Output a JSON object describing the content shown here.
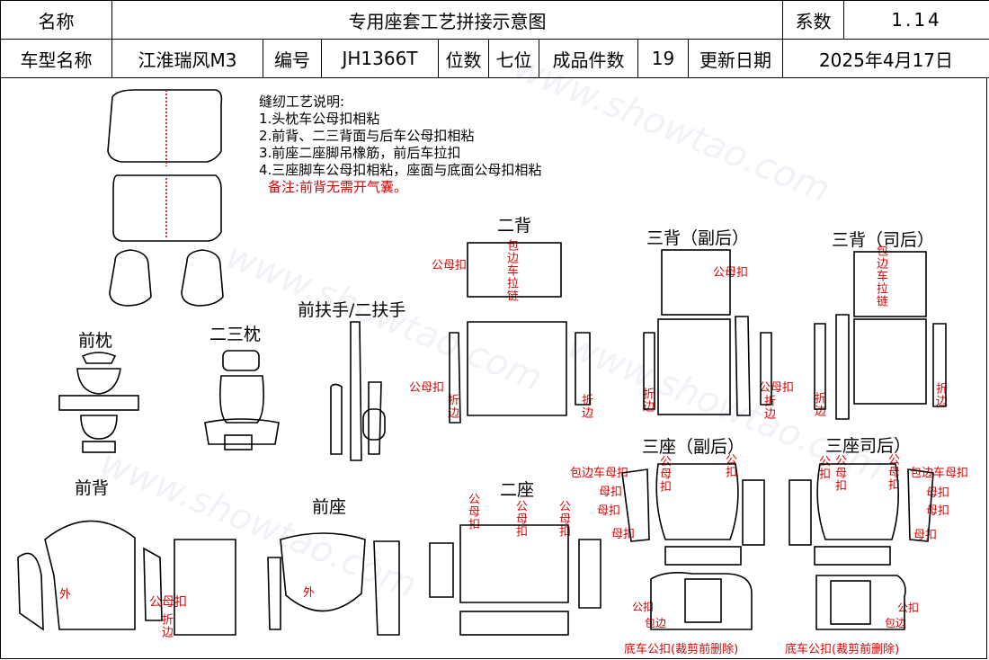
{
  "header": {
    "name_label": "名称",
    "title": "专用座套工艺拼接示意图",
    "coef_label": "系数",
    "coef_value": "1.14",
    "model_label": "车型名称",
    "model_value": "江淮瑞风M3",
    "code_label": "编号",
    "code_value": "JH1366T",
    "seats_label": "位数",
    "seats_value": "七位",
    "pieces_label": "成品件数",
    "pieces_value": "19",
    "date_label": "更新日期",
    "date_value": "2025年4月17日"
  },
  "notes": {
    "title": "缝纫工艺说明:",
    "items": [
      "1.头枕车公母扣相粘",
      "2.前背、二三背面与后车公母扣相粘",
      "3.前座二座脚吊橡筋，前后车拉扣",
      "4.三座脚车公母扣相粘，座面与底面公母扣相粘"
    ],
    "remark": "备注:前背无需开气囊。"
  },
  "sections": {
    "front_headrest": "前枕",
    "rear_headrest": "二三枕",
    "armrest": "前扶手/二扶手",
    "second_back": "二背",
    "third_back_passenger": "三背（副后）",
    "third_back_driver": "三背（司后）",
    "front_back": "前背",
    "front_seat": "前座",
    "second_seat": "二座",
    "third_seat_passenger": "三座（副后）",
    "third_seat_driver": "三座司后）"
  },
  "annotations": {
    "male_female": "公母扣",
    "fold_edge": "折边",
    "binding_zip": "包边车拉链",
    "outer": "外",
    "bind_male_female": "包边车母扣",
    "female": "母扣",
    "male": "公扣",
    "binding": "包边",
    "bottom_note": "底车公扣(裁剪前删除)"
  },
  "watermark": "www.showtao.com"
}
